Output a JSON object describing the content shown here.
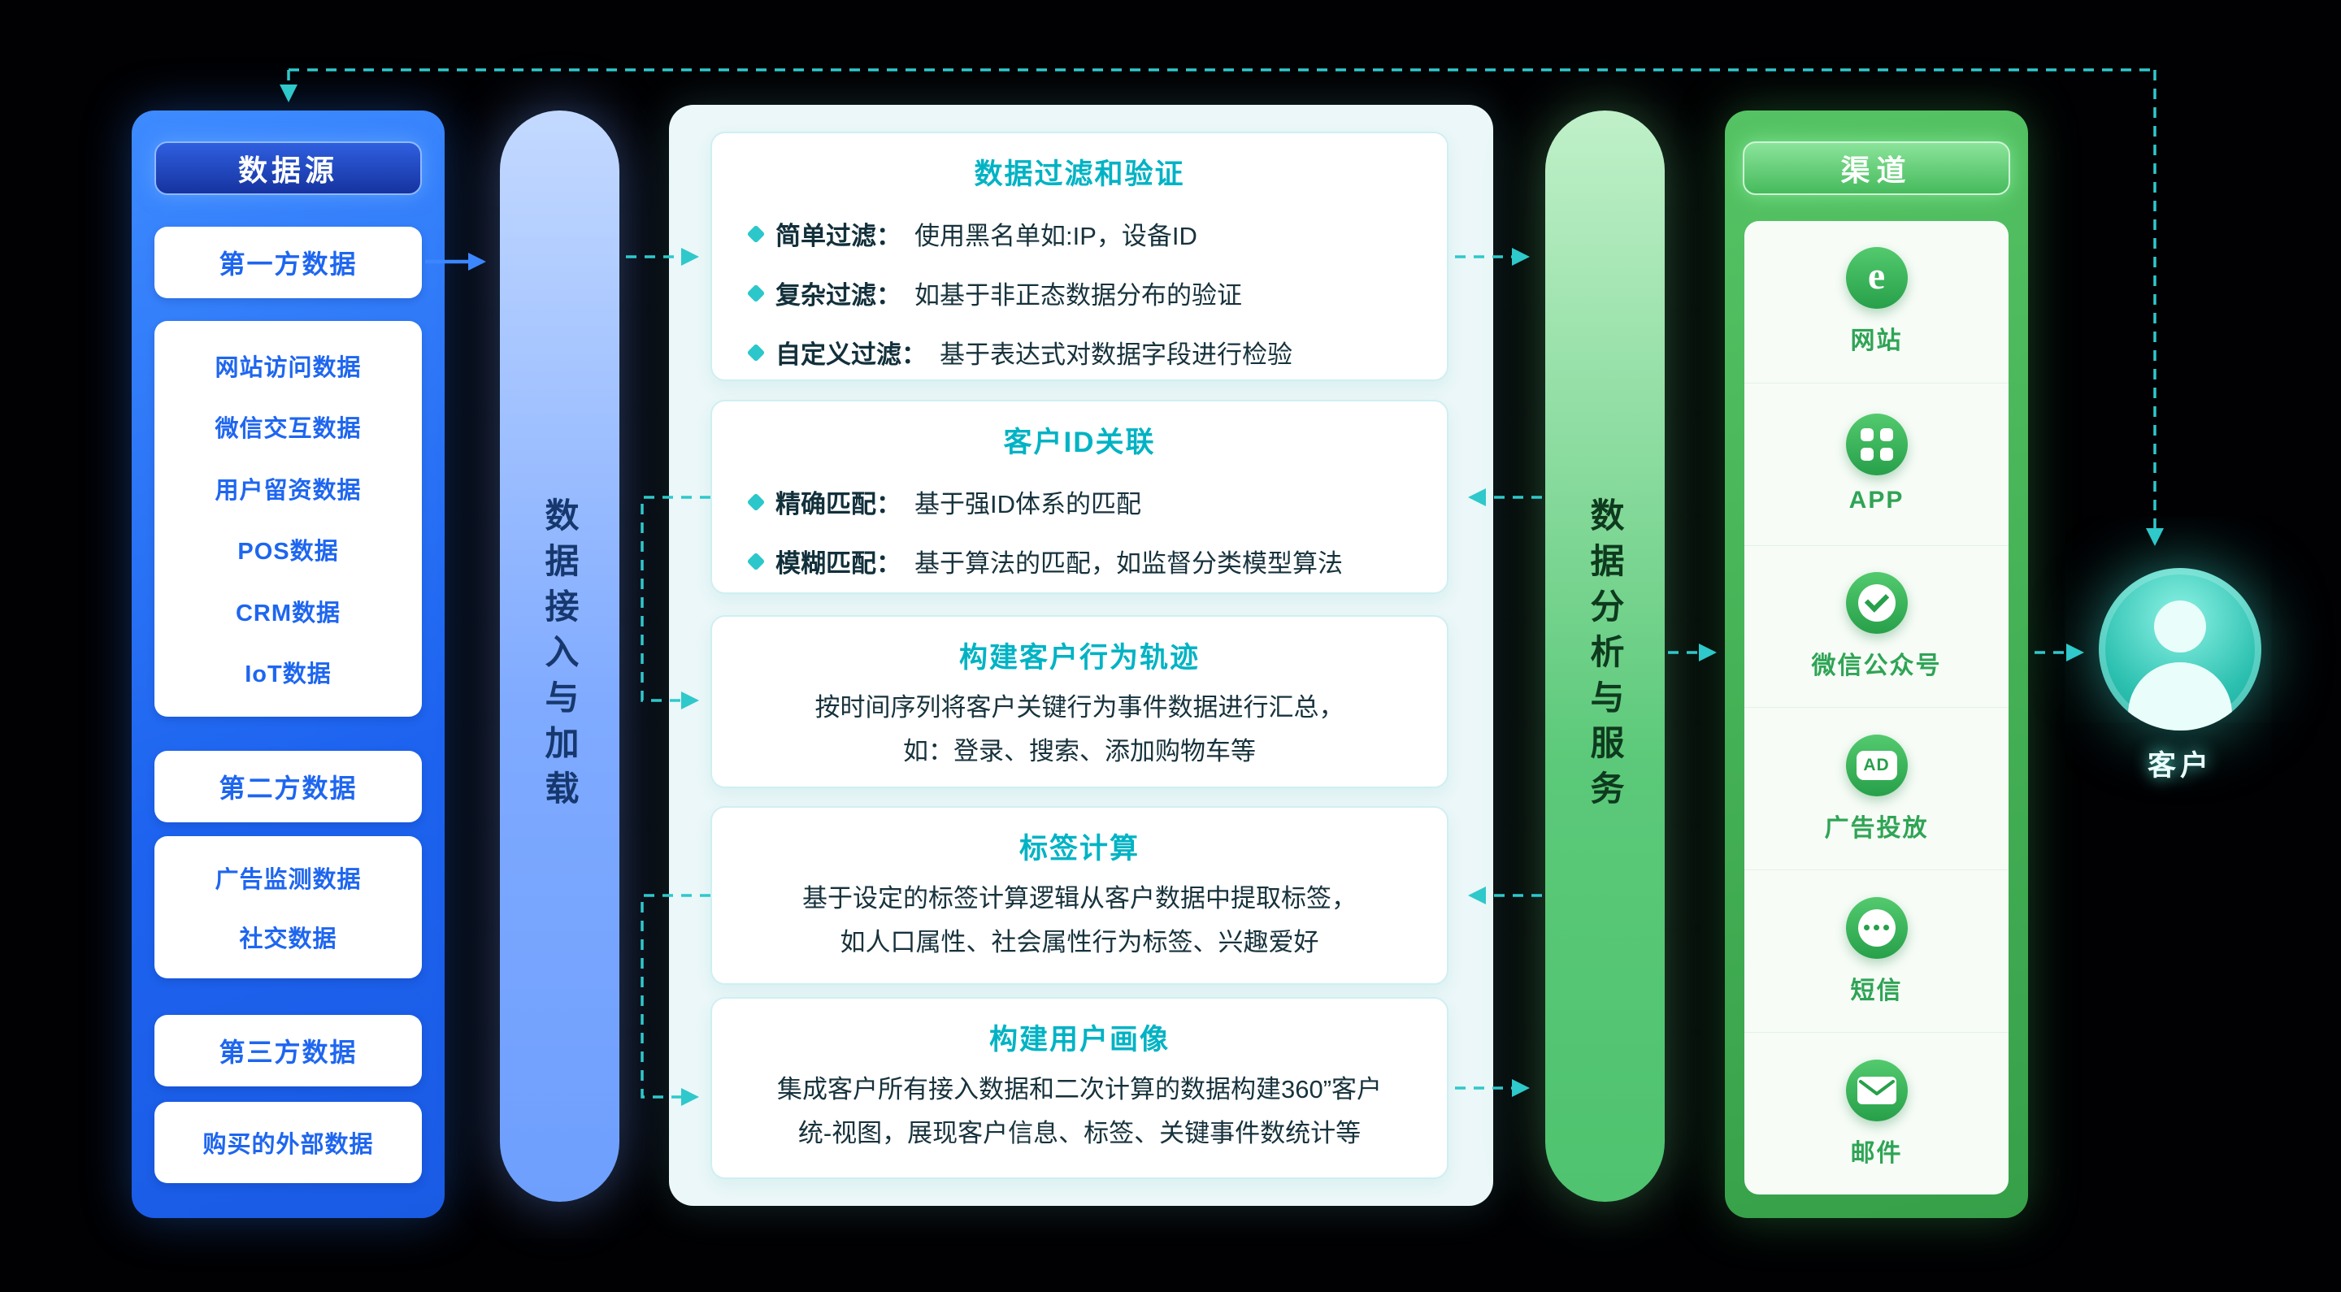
{
  "diagram": {
    "data_sources": {
      "title": "数据源",
      "groups": [
        {
          "label": "第一方数据",
          "items": [
            "网站访问数据",
            "微信交互数据",
            "用户留资数据",
            "POS数据",
            "CRM数据",
            "IoT数据"
          ]
        },
        {
          "label": "第二方数据",
          "items": [
            "广告监测数据",
            "社交数据"
          ]
        },
        {
          "label": "第三方数据",
          "items": [
            "购买的外部数据"
          ]
        }
      ]
    },
    "ingest_bar": {
      "label": "数据接入与加载"
    },
    "process": {
      "steps": [
        {
          "title": "数据过滤和验证",
          "bullets": [
            {
              "label": "简单过滤：",
              "text": "使用黑名单如:IP，设备ID"
            },
            {
              "label": "复杂过滤：",
              "text": "如基于非正态数据分布的验证"
            },
            {
              "label": "自定义过滤：",
              "text": "基于表达式对数据字段进行检验"
            }
          ]
        },
        {
          "title": "客户ID关联",
          "bullets": [
            {
              "label": "精确匹配：",
              "text": "基于强ID体系的匹配"
            },
            {
              "label": "模糊匹配：",
              "text": "基于算法的匹配，如监督分类模型算法"
            }
          ]
        },
        {
          "title": "构建客户行为轨迹",
          "lines": [
            "按时间序列将客户关键行为事件数据进行汇总，",
            "如：登录、搜索、添加购物车等"
          ]
        },
        {
          "title": "标签计算",
          "lines": [
            "基于设定的标签计算逻辑从客户数据中提取标签，",
            "如人口属性、社会属性行为标签、兴趣爱好"
          ]
        },
        {
          "title": "构建用户画像",
          "lines": [
            "集成客户所有接入数据和二次计算的数据构建360”客户",
            "统-视图，展现客户信息、标签、关键事件数统计等"
          ]
        }
      ]
    },
    "analysis_bar": {
      "label": "数据分析与服务"
    },
    "channels": {
      "title": "渠道",
      "items": [
        {
          "icon": "browser-icon",
          "icon_text": "e",
          "label": "网站"
        },
        {
          "icon": "app-icon",
          "label": "APP"
        },
        {
          "icon": "wechat-official-account-icon",
          "label": "微信公众号"
        },
        {
          "icon": "ad-icon",
          "icon_text": "AD",
          "label": "广告投放"
        },
        {
          "icon": "sms-icon",
          "label": "短信"
        },
        {
          "icon": "email-icon",
          "label": "邮件"
        }
      ]
    },
    "customer": {
      "label": "客户"
    },
    "colors": {
      "blue_panel": "#1D63EF",
      "teal_accent": "#2FC8CB",
      "green_panel": "#36A049",
      "process_title": "#00B3C4"
    }
  }
}
